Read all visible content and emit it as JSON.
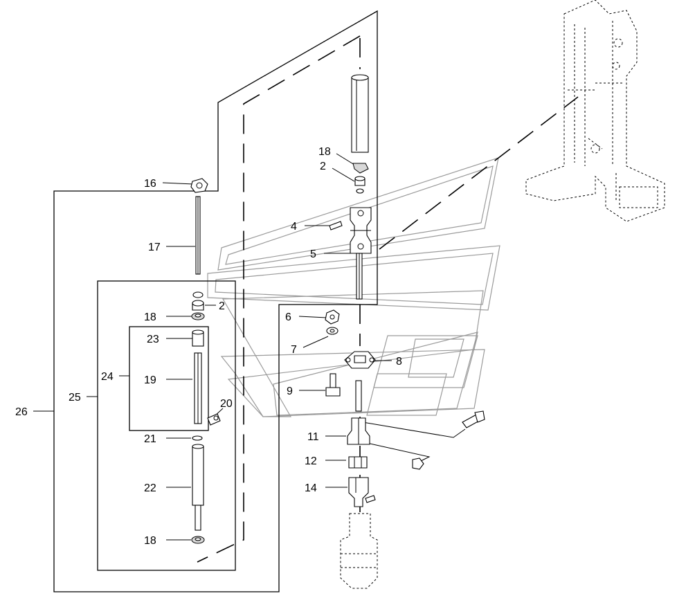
{
  "diagram": {
    "callouts": [
      {
        "id": "c16",
        "label": "16"
      },
      {
        "id": "c17",
        "label": "17"
      },
      {
        "id": "c2a",
        "label": "2"
      },
      {
        "id": "c18a",
        "label": "18"
      },
      {
        "id": "c23",
        "label": "23"
      },
      {
        "id": "c24",
        "label": "24"
      },
      {
        "id": "c19",
        "label": "19"
      },
      {
        "id": "c25",
        "label": "25"
      },
      {
        "id": "c20",
        "label": "20"
      },
      {
        "id": "c26",
        "label": "26"
      },
      {
        "id": "c21",
        "label": "21"
      },
      {
        "id": "c22",
        "label": "22"
      },
      {
        "id": "c18b",
        "label": "18"
      },
      {
        "id": "c18c",
        "label": "18"
      },
      {
        "id": "c2b",
        "label": "2"
      },
      {
        "id": "c4",
        "label": "4"
      },
      {
        "id": "c5",
        "label": "5"
      },
      {
        "id": "c6",
        "label": "6"
      },
      {
        "id": "c7",
        "label": "7"
      },
      {
        "id": "c8",
        "label": "8"
      },
      {
        "id": "c9",
        "label": "9"
      },
      {
        "id": "c11",
        "label": "11"
      },
      {
        "id": "c12",
        "label": "12"
      },
      {
        "id": "c14",
        "label": "14"
      }
    ],
    "colors": {
      "ink": "#000000",
      "ghost": "#9a9a9a",
      "paper": "#ffffff"
    }
  }
}
